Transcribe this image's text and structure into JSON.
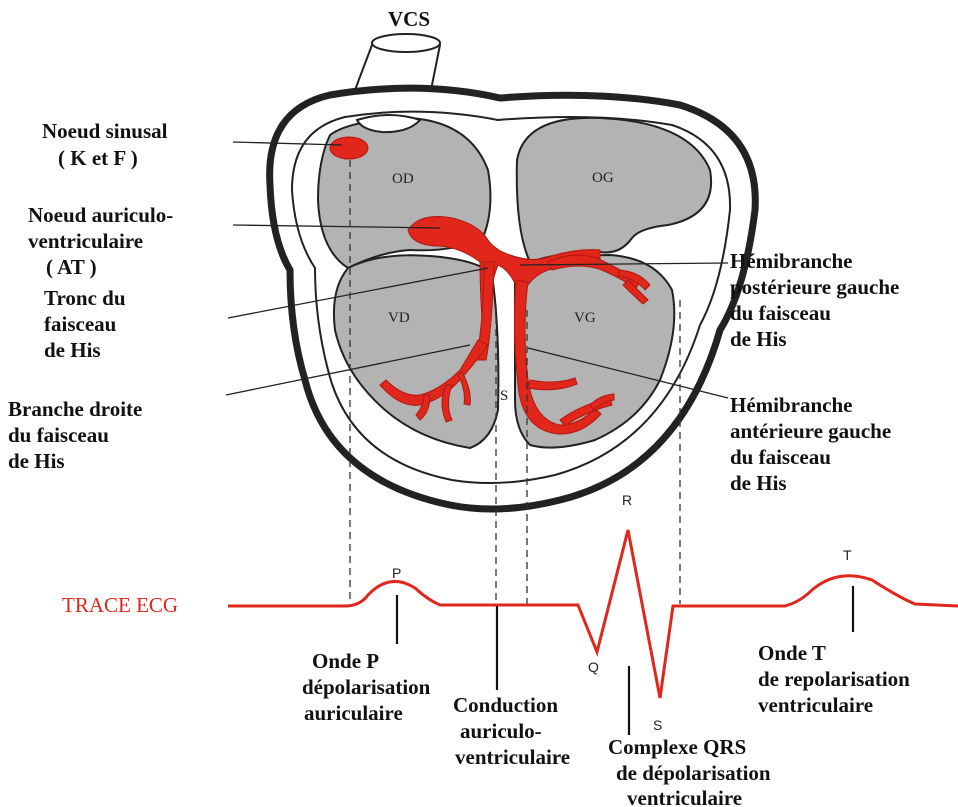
{
  "title_vessel": "VCS",
  "chambers": {
    "od": "OD",
    "og": "OG",
    "vd": "VD",
    "vg": "VG",
    "septum": "S"
  },
  "labels": {
    "noeud_sinusal": [
      "Noeud sinusal",
      "( K et F )"
    ],
    "noeud_av": [
      "Noeud auriculo-",
      "ventriculaire",
      "( AT )"
    ],
    "tronc": [
      "Tronc du",
      "faisceau",
      "de His"
    ],
    "branche_droite": [
      "Branche droite",
      "du faisceau",
      "de His"
    ],
    "hemi_post": [
      "Hémibranche",
      "postérieure gauche",
      "du faisceau",
      "de His"
    ],
    "hemi_ant": [
      "Hémibranche",
      "antérieure gauche",
      "du faisceau",
      "de His"
    ]
  },
  "ecg": {
    "title": "TRACE ECG",
    "waves": {
      "p": "P",
      "q": "Q",
      "r": "R",
      "s": "S",
      "t": "T"
    },
    "onde_p": [
      "Onde P",
      "dépolarisation",
      "auriculaire"
    ],
    "conduction": [
      "Conduction",
      "auriculo-",
      "ventriculaire"
    ],
    "qrs": [
      "Complexe QRS",
      "de dépolarisation",
      "ventriculaire"
    ],
    "onde_t": [
      "Onde T",
      "de repolarisation",
      "ventriculaire"
    ]
  },
  "colors": {
    "conduction_red": "#e1261c",
    "chamber_gray": "#b3b3b3",
    "outline": "#222222"
  }
}
